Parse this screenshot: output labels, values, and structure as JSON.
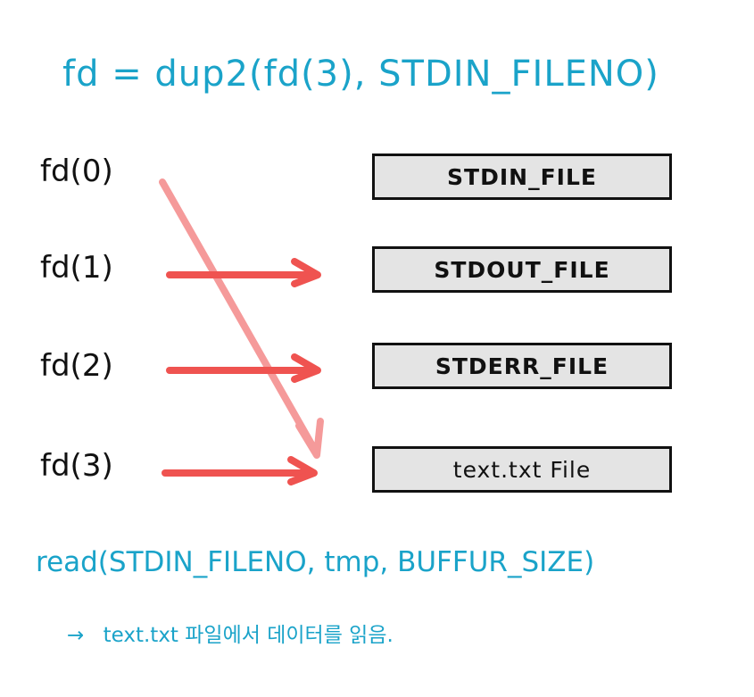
{
  "title": "fd = dup2(fd(3), STDIN_FILENO)",
  "fd_labels": [
    "fd(0)",
    "fd(1)",
    "fd(2)",
    "fd(3)"
  ],
  "files": [
    "STDIN_FILE",
    "STDOUT_FILE",
    "STDERR_FILE",
    "text.txt File"
  ],
  "read_call": "read(STDIN_FILENO, tmp, BUFFUR_SIZE)",
  "note": {
    "arrow": "→",
    "text": "text.txt 파일에서 데이터를 읽음."
  },
  "colors": {
    "blue_text": "#1aa3c9",
    "arrow_red": "#ef5350",
    "arrow_pink": "#f59a9a",
    "box_fill": "#e4e4e4"
  },
  "connections": [
    {
      "from": "fd(0)",
      "to": "text.txt File"
    },
    {
      "from": "fd(1)",
      "to": "STDOUT_FILE"
    },
    {
      "from": "fd(2)",
      "to": "STDERR_FILE"
    },
    {
      "from": "fd(3)",
      "to": "text.txt File"
    }
  ]
}
